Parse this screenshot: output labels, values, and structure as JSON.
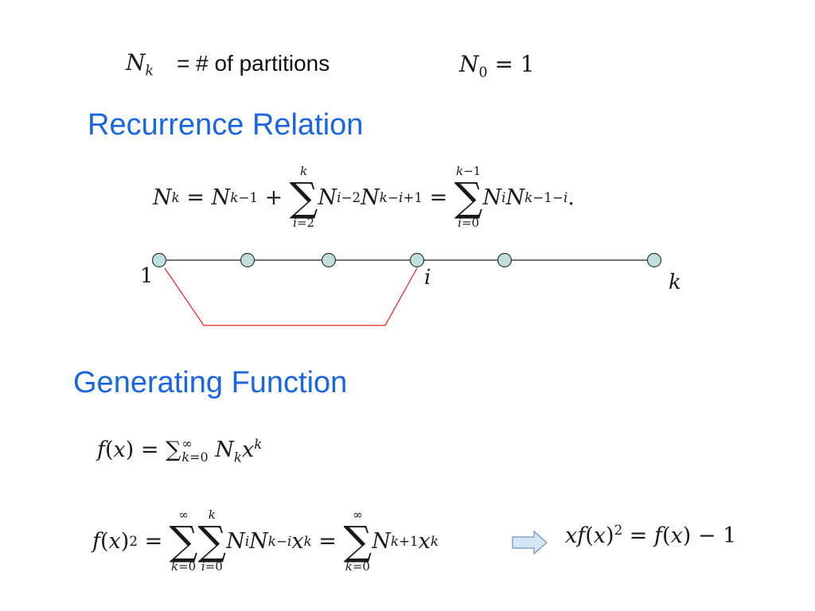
{
  "colors": {
    "heading": "#1a66e0",
    "node_fill": "#bfe0dc",
    "node_stroke": "#333333",
    "arc": "#e02020",
    "arrow_fill": "#d6e6f5",
    "arrow_stroke": "#6f93b8"
  },
  "intro": {
    "nk_text": "= # of partitions"
  },
  "headings": {
    "recurrence": "Recurrence Relation",
    "generating": "Generating Function"
  },
  "diagram": {
    "label_start": "1",
    "label_i": "i",
    "label_k": "k"
  },
  "icons": {
    "implies": "right-arrow-icon"
  }
}
